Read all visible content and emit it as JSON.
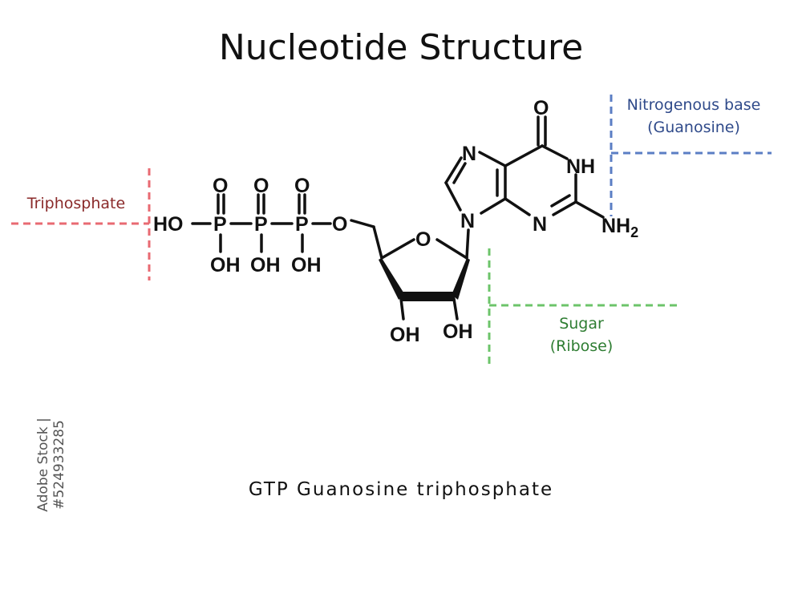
{
  "title": "Nucleotide Structure",
  "caption": "GTP Guanosine triphosphate",
  "side_id": "Adobe Stock | #524933285",
  "labels": {
    "triphosphate": "Triphosphate",
    "base_line1": "Nitrogenous base",
    "base_line2": "(Guanosine)",
    "sugar_line1": "Sugar",
    "sugar_line2": "(Ribose)"
  },
  "atoms": {
    "ho": "HO",
    "p": "P",
    "o": "O",
    "oh": "OH",
    "n": "N",
    "nh": "NH",
    "nh2_main": "NH",
    "nh2_sub": "2"
  },
  "colors": {
    "triphosphate": "#e86a72",
    "triphosphate_text": "#8a2a2a",
    "base": "#5b7ec4",
    "base_text": "#2f4a8a",
    "sugar": "#6cc46a",
    "sugar_text": "#2e7d32",
    "structure": "#111111"
  }
}
